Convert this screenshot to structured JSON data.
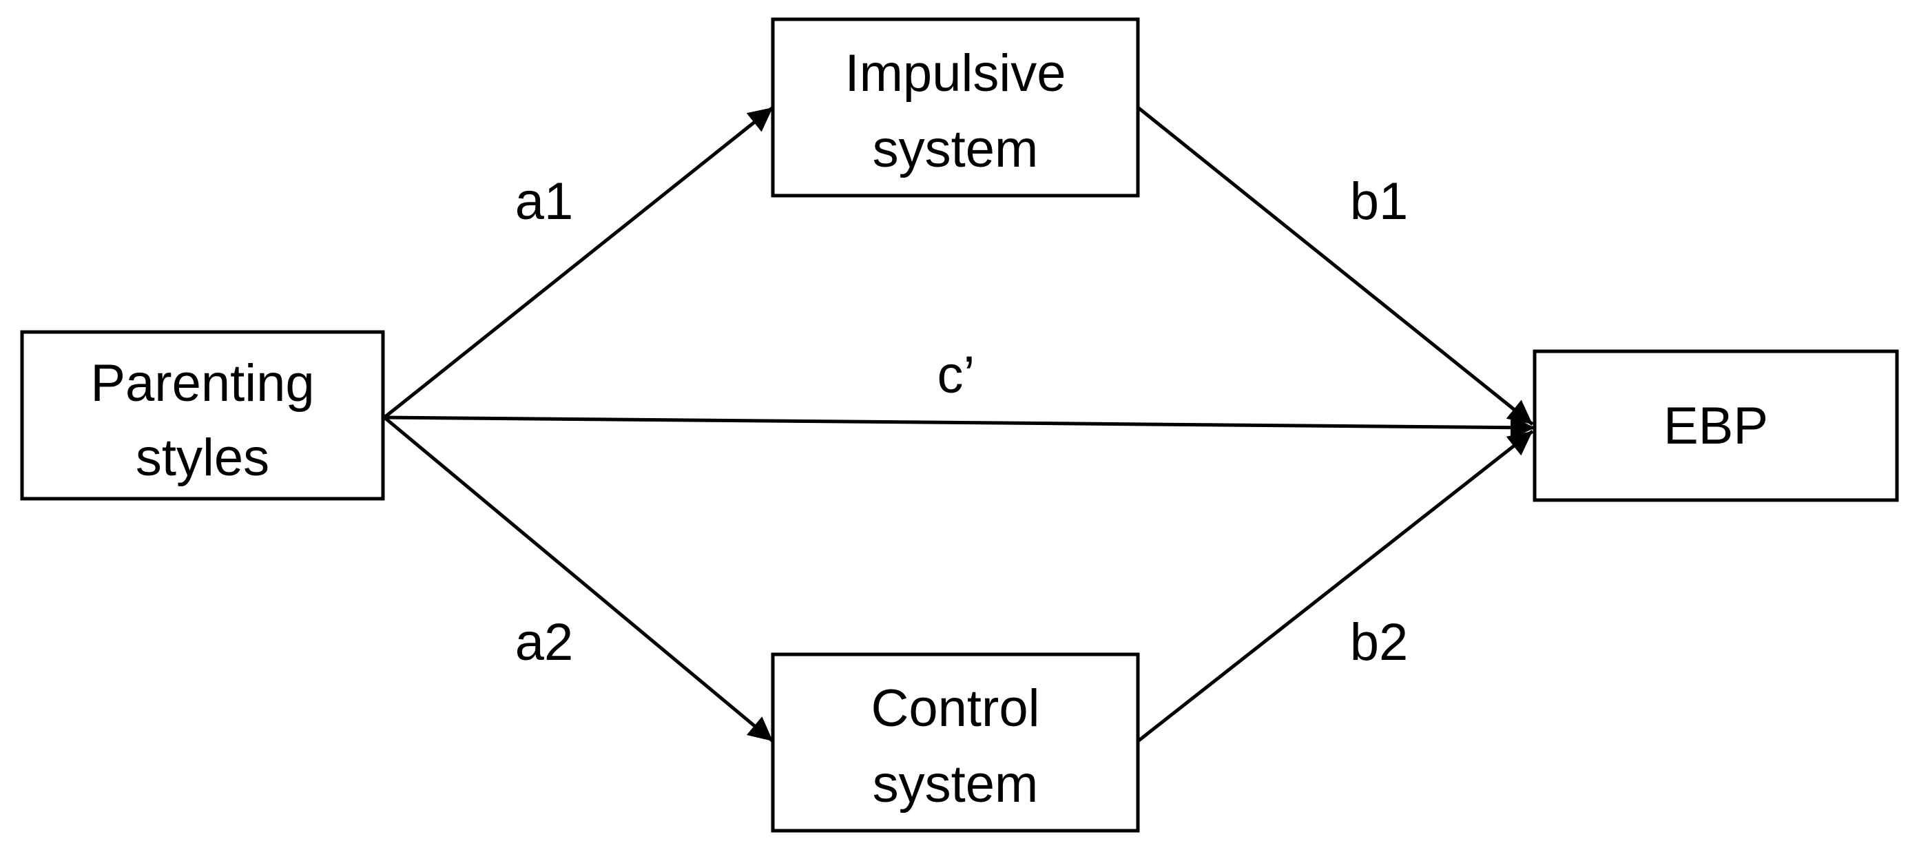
{
  "nodes": {
    "parenting_styles": {
      "line1": "Parenting",
      "line2": "styles"
    },
    "impulsive_system": {
      "line1": "Impulsive",
      "line2": "system"
    },
    "control_system": {
      "line1": "Control",
      "line2": "system"
    },
    "ebp": {
      "label": "EBP"
    }
  },
  "edges": {
    "a1": {
      "label": "a1",
      "from": "parenting_styles",
      "to": "impulsive_system"
    },
    "a2": {
      "label": "a2",
      "from": "parenting_styles",
      "to": "control_system"
    },
    "b1": {
      "label": "b1",
      "from": "impulsive_system",
      "to": "ebp"
    },
    "b2": {
      "label": "b2",
      "from": "control_system",
      "to": "ebp"
    },
    "c_prime": {
      "label": "c’",
      "from": "parenting_styles",
      "to": "ebp"
    }
  },
  "colors": {
    "stroke": "#000000",
    "background": "#ffffff"
  }
}
